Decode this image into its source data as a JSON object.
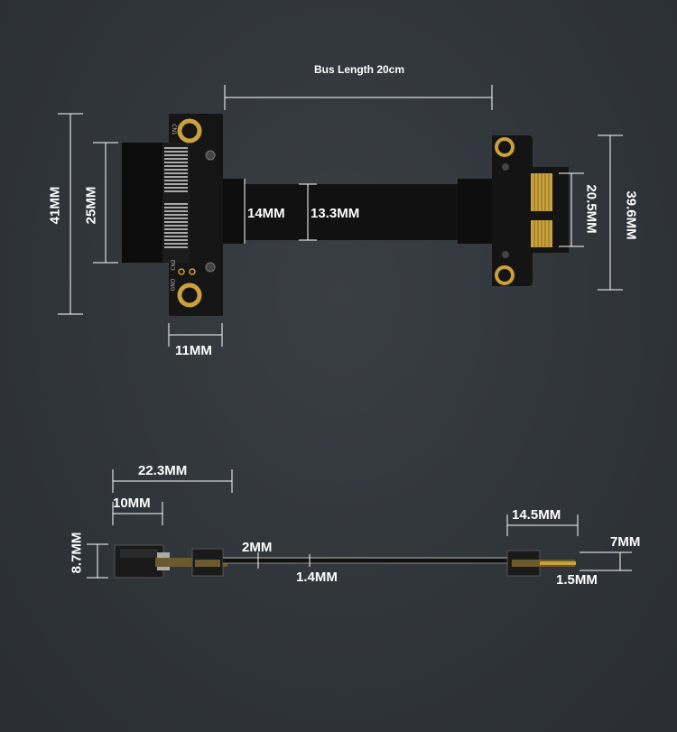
{
  "title": "Bus Length 20cm",
  "top_view": {
    "height_total": "41MM",
    "slot_height": "25MM",
    "slot_width": "11MM",
    "cable_width": "14MM",
    "cable_inner_width": "13.3MM",
    "gold_finger_height": "20.5MM",
    "bracket_height": "39.6MM",
    "pcb_tags": [
      "CN1",
      "CN2",
      "GND"
    ]
  },
  "side_view": {
    "overall_left": "22.3MM",
    "connector_len": "10MM",
    "connector_height": "8.7MM",
    "cable_gap": "2MM",
    "cable_thickness": "1.4MM",
    "finger_len": "14.5MM",
    "finger_height": "7MM",
    "finger_thickness": "1.5MM"
  },
  "colors": {
    "background": "#2f3439",
    "pcb": "#141414",
    "gold": "#c9a23c",
    "line": "#ffffff"
  }
}
